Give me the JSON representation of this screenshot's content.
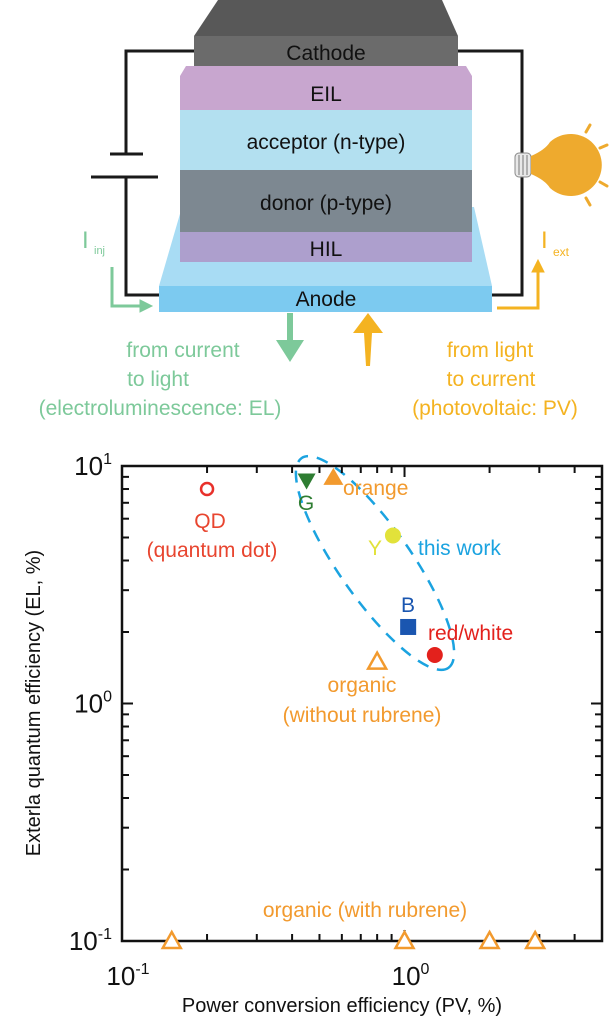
{
  "diagram": {
    "layers": [
      {
        "key": "cathode",
        "label": "Cathode",
        "color": "#6b6b6b",
        "top_color": "#585858"
      },
      {
        "key": "eil",
        "label": "EIL",
        "color": "#c8a6cf"
      },
      {
        "key": "acceptor",
        "label": "acceptor (n-type)",
        "color": "#b3e0f0"
      },
      {
        "key": "donor",
        "label": "donor (p-type)",
        "color": "#7d8891"
      },
      {
        "key": "hil",
        "label": "HIL",
        "color": "#ad9fcd"
      },
      {
        "key": "anode",
        "label": "Anode",
        "color": "#7ccaf0",
        "glass_color": "#a8dcf4"
      }
    ],
    "i_inj": {
      "main": "I",
      "sub": "inj",
      "color": "#7dc99a"
    },
    "i_ext": {
      "main": "I",
      "sub": "ext",
      "color": "#f4b321"
    },
    "el_caption": [
      "from current",
      "to light",
      "(electroluminescence: EL)"
    ],
    "pv_caption": [
      "from light",
      "to current",
      "(photovoltaic: PV)"
    ],
    "el_color": "#7dc99a",
    "pv_color": "#f4b321",
    "bulb_color": "#eeaa2e"
  },
  "chart_data": {
    "type": "scatter",
    "xlabel": "Power conversion efficiency (PV, %)",
    "ylabel": "Exterla quantum efficiency (EL, %)",
    "xscale": "log",
    "yscale": "log",
    "xlim": [
      0.1,
      5
    ],
    "ylim": [
      0.1,
      10
    ],
    "x_tick_labels": [
      {
        "base": "10",
        "exp": "-1",
        "value": 0.1
      },
      {
        "base": "10",
        "exp": "0",
        "value": 1
      }
    ],
    "y_tick_labels": [
      {
        "base": "10",
        "exp": "-1",
        "value": 0.1
      },
      {
        "base": "10",
        "exp": "0",
        "value": 1
      },
      {
        "base": "10",
        "exp": "1",
        "value": 10
      }
    ],
    "grid": false,
    "series": [
      {
        "name": "QD (quantum dot)",
        "marker": "circle-open",
        "color": "#e8302a",
        "points": [
          {
            "x": 0.2,
            "y": 8.0
          }
        ]
      },
      {
        "name": "G",
        "marker": "triangle-down-filled",
        "color": "#2e7d32",
        "points": [
          {
            "x": 0.45,
            "y": 8.6
          }
        ]
      },
      {
        "name": "orange",
        "marker": "triangle-up-filled",
        "color": "#f29a2e",
        "points": [
          {
            "x": 0.56,
            "y": 9.0
          }
        ]
      },
      {
        "name": "Y",
        "marker": "circle-filled",
        "color": "#e2e23a",
        "points": [
          {
            "x": 0.91,
            "y": 5.1
          }
        ]
      },
      {
        "name": "B",
        "marker": "square-filled",
        "color": "#1a56b0",
        "points": [
          {
            "x": 1.03,
            "y": 2.1
          }
        ]
      },
      {
        "name": "red/white",
        "marker": "circle-filled",
        "color": "#e3211c",
        "points": [
          {
            "x": 1.28,
            "y": 1.6
          }
        ]
      },
      {
        "name": "organic (without rubrene)",
        "marker": "triangle-up-open",
        "color": "#f29a2e",
        "points": [
          {
            "x": 0.8,
            "y": 1.5
          }
        ]
      },
      {
        "name": "organic (with rubrene)",
        "marker": "triangle-up-open",
        "color": "#f29a2e",
        "points": [
          {
            "x": 0.15,
            "y": 0.1
          },
          {
            "x": 1.0,
            "y": 0.1
          },
          {
            "x": 2.0,
            "y": 0.1
          },
          {
            "x": 2.9,
            "y": 0.1
          }
        ]
      }
    ],
    "annotations": [
      {
        "key": "qd",
        "lines": [
          "QD",
          "(quantum dot)"
        ],
        "color": "#e8452f"
      },
      {
        "key": "g",
        "lines": [
          "G"
        ],
        "color": "#2e7d32"
      },
      {
        "key": "orange",
        "lines": [
          "orange"
        ],
        "color": "#f29a2e"
      },
      {
        "key": "y",
        "lines": [
          "Y"
        ],
        "color": "#e2e23a"
      },
      {
        "key": "thiswork",
        "lines": [
          "this work"
        ],
        "color": "#1ba3e0"
      },
      {
        "key": "b",
        "lines": [
          "B"
        ],
        "color": "#1a56b0"
      },
      {
        "key": "redwhite",
        "lines": [
          "red/white"
        ],
        "color": "#e3211c"
      },
      {
        "key": "org_wo",
        "lines": [
          "organic",
          "(without rubrene)"
        ],
        "color": "#f29a2e"
      },
      {
        "key": "org_w",
        "lines": [
          "organic (with rubrene)"
        ],
        "color": "#f29a2e"
      }
    ],
    "highlight": {
      "label": "this work",
      "shape": "dashed-ellipse",
      "color": "#1ba3e0"
    }
  }
}
